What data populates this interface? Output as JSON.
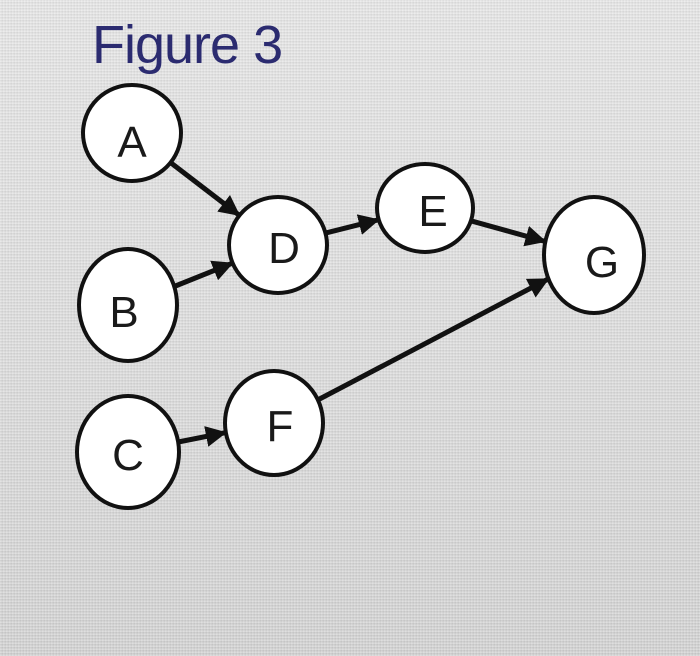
{
  "title": "Figure 3",
  "colors": {
    "stroke": "#111111",
    "node_fill": "#ffffff",
    "title": "#2b2b70"
  },
  "nodes": [
    {
      "id": "A",
      "label": "A"
    },
    {
      "id": "B",
      "label": "B"
    },
    {
      "id": "C",
      "label": "C"
    },
    {
      "id": "D",
      "label": "D"
    },
    {
      "id": "E",
      "label": "E"
    },
    {
      "id": "F",
      "label": "F"
    },
    {
      "id": "G",
      "label": "G"
    }
  ],
  "edges": [
    {
      "from": "A",
      "to": "D"
    },
    {
      "from": "B",
      "to": "D"
    },
    {
      "from": "D",
      "to": "E"
    },
    {
      "from": "E",
      "to": "G"
    },
    {
      "from": "C",
      "to": "F"
    },
    {
      "from": "F",
      "to": "G"
    }
  ]
}
